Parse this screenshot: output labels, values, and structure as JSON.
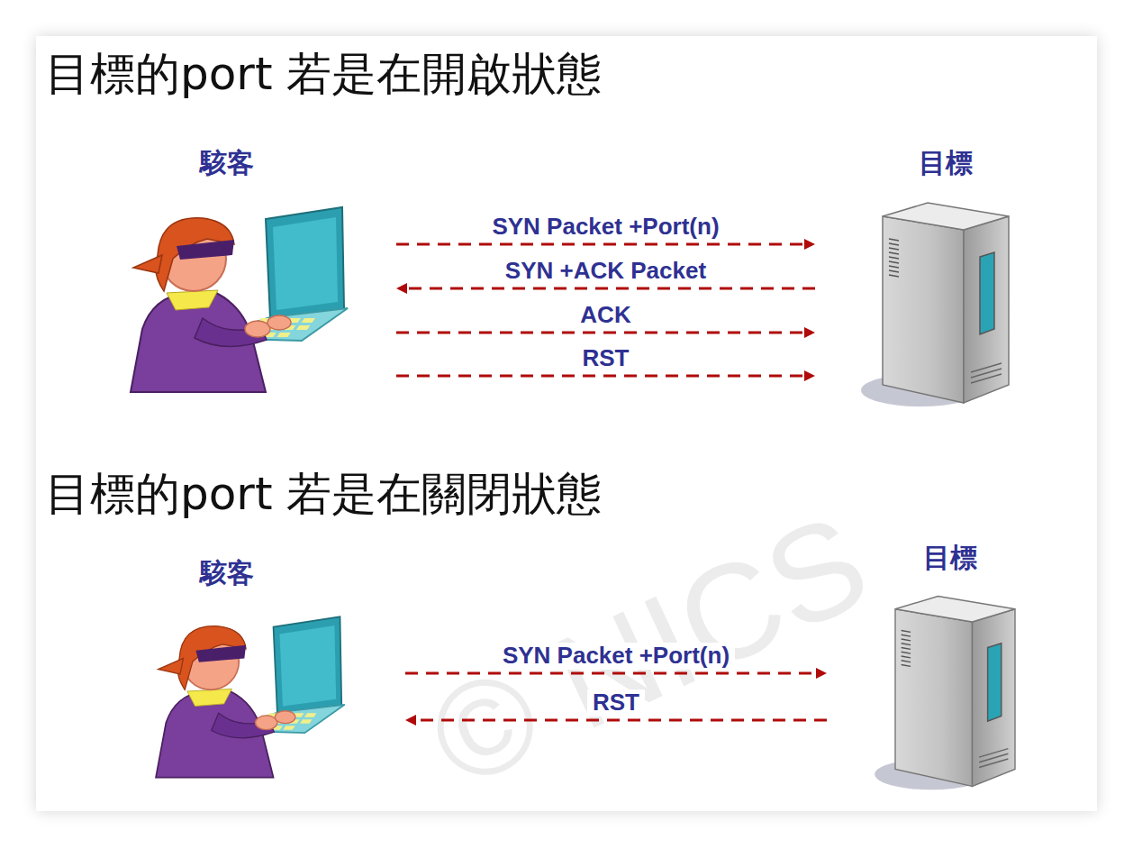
{
  "diagram": {
    "nodes": [
      {
        "text": [
          "駭客"
        ]
      },
      {
        "text": [
          "目標"
        ]
      },
      {
        "text": [
          "駭客"
        ]
      },
      {
        "text": [
          "目標"
        ]
      }
    ],
    "edges": [
      {
        "from": 0,
        "to": 1,
        "arrow": "to",
        "label": "SYN Packet +Port(n)"
      },
      {
        "from": 1,
        "to": 0,
        "arrow": "to",
        "label": "SYN +ACK Packet"
      },
      {
        "from": 0,
        "to": 1,
        "arrow": "to",
        "label": "ACK"
      },
      {
        "from": 0,
        "to": 1,
        "arrow": "to",
        "label": "RST"
      },
      {
        "from": 2,
        "to": 3,
        "arrow": "to",
        "label": "SYN Packet +Port(n)"
      },
      {
        "from": 3,
        "to": 2,
        "arrow": "to",
        "label": "RST"
      }
    ],
    "labels": [
      "目標的port 若是在開啟狀態",
      "目標的port 若是在關閉狀態",
      "© NICS"
    ]
  }
}
